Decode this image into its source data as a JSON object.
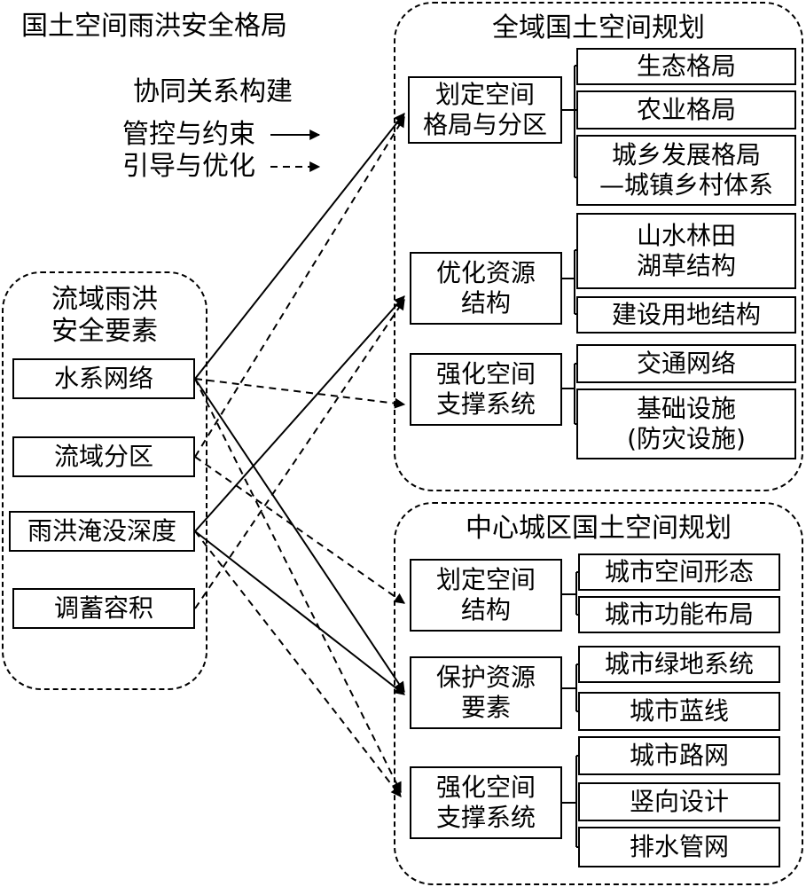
{
  "title": "国土空间雨洪安全格局",
  "legend": {
    "heading": "协同关系构建",
    "solid_label": "管控与约束",
    "dashed_label": "引导与优化"
  },
  "left_group": {
    "title_line1": "流域雨洪",
    "title_line2": "安全要素",
    "items": [
      "水系网络",
      "流域分区",
      "雨洪淹没深度",
      "调蓄容积"
    ]
  },
  "top_group": {
    "title": "全域国土空间规划",
    "sections": [
      {
        "l1": "划定空间",
        "l2": "格局与分区",
        "items": [
          {
            "l1": "生态格局",
            "l2": ""
          },
          {
            "l1": "农业格局",
            "l2": ""
          },
          {
            "l1": "城乡发展格局",
            "l2": "—城镇乡村体系"
          }
        ]
      },
      {
        "l1": "优化资源",
        "l2": "结构",
        "items": [
          {
            "l1": "山水林田",
            "l2": "湖草结构"
          },
          {
            "l1": "建设用地结构",
            "l2": ""
          }
        ]
      },
      {
        "l1": "强化空间",
        "l2": "支撑系统",
        "items": [
          {
            "l1": "交通网络",
            "l2": ""
          },
          {
            "l1": "基础设施",
            "l2": "(防灾设施)"
          }
        ]
      }
    ]
  },
  "bottom_group": {
    "title": "中心城区国土空间规划",
    "sections": [
      {
        "l1": "划定空间",
        "l2": "结构",
        "items": [
          {
            "l1": "城市空间形态",
            "l2": ""
          },
          {
            "l1": "城市功能布局",
            "l2": ""
          }
        ]
      },
      {
        "l1": "保护资源",
        "l2": "要素",
        "items": [
          {
            "l1": "城市绿地系统",
            "l2": ""
          },
          {
            "l1": "城市蓝线",
            "l2": ""
          }
        ]
      },
      {
        "l1": "强化空间",
        "l2": "支撑系统",
        "items": [
          {
            "l1": "城市路网",
            "l2": ""
          },
          {
            "l1": "竖向设计",
            "l2": ""
          },
          {
            "l1": "排水管网",
            "l2": ""
          }
        ]
      }
    ]
  }
}
